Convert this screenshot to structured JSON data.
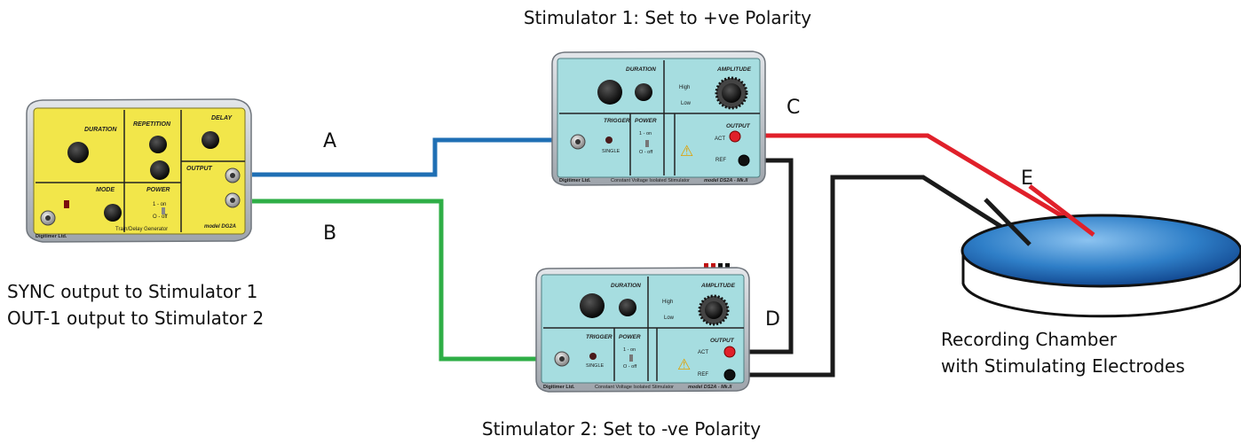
{
  "captions": {
    "stim1_title": "Stimulator 1: Set to +ve Polarity",
    "stim2_title": "Stimulator 2: Set to -ve Polarity",
    "gen_line1": "SYNC output to Stimulator 1",
    "gen_line2": "OUT-1 output to Stimulator 2",
    "chamber_line1": "Recording Chamber",
    "chamber_line2": "with Stimulating Electrodes"
  },
  "cable_labels": {
    "a": "A",
    "b": "B",
    "c": "C",
    "d": "D",
    "e": "E"
  },
  "generator": {
    "duration": "DURATION",
    "repetition": "REPETITION",
    "delay": "DELAY",
    "mode": "MODE",
    "power": "POWER",
    "output": "OUTPUT",
    "on": "1 - on",
    "off": "O - off",
    "product_name": "Train/Delay Generator",
    "model": "model DG2A",
    "brand": "Digitimer Ltd."
  },
  "stimulator": {
    "duration": "DURATION",
    "amplitude": "AMPLITUDE",
    "trigger": "TRIGGER",
    "power": "POWER",
    "output": "OUTPUT",
    "act": "ACT",
    "ref": "REF",
    "single": "SINGLE",
    "high": "High",
    "low": "Low",
    "on": "1 - on",
    "off": "O - off",
    "brand": "Digitimer Ltd.",
    "product_name": "Constant Voltage Isolated Stimulator",
    "model": "model DS2A - Mk.II"
  },
  "colors": {
    "cable_a": "#1f6fb4",
    "cable_b": "#2eae46",
    "cable_red": "#e0202a",
    "cable_black": "#1a1a1a",
    "generator_panel": "#f2e64a",
    "stimulator_panel": "#a6dde0",
    "chamber_fill": "#2f7fc8"
  }
}
